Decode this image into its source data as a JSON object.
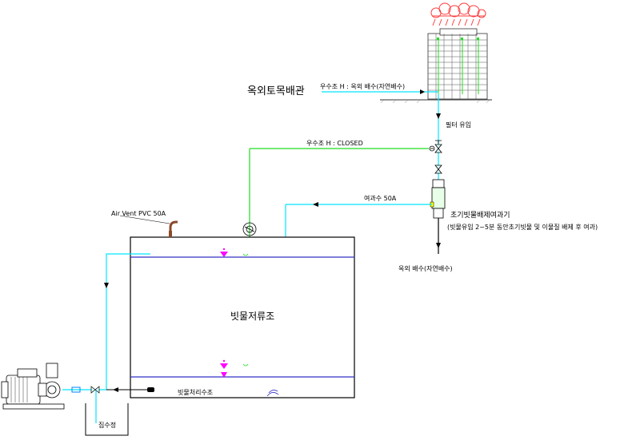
{
  "labels": {
    "outdoor_civil": "옥외토목배관",
    "tank_h_outdoor": "우수조 H : 옥외 배수(자연배수)",
    "filter_inflow": "필터 유입",
    "tank_h_closed": "우수조 H : CLOSED",
    "overflow": "여과수 50A",
    "first_flush_title": "초기빗물배제여과기",
    "first_flush_desc": "(빗물유입 2~5분 동안초기빗물 및 이물질 배제 후 여과)",
    "outdoor_drain": "옥외 배수(자연배수)",
    "air_vent": "Air Vent PVC 50A",
    "storage_tank": "빗물저류조",
    "treatment_tank": "빗물처리수조",
    "sump": "집수정"
  },
  "colors": {
    "pipe_cyan": "#00e5ff",
    "pipe_green": "#22dd22",
    "water_level_blue": "#3030c8",
    "float_magenta": "#ff00ff",
    "rain_cloud": "#ff3b3b",
    "vent_brown": "#8b4a2b"
  }
}
